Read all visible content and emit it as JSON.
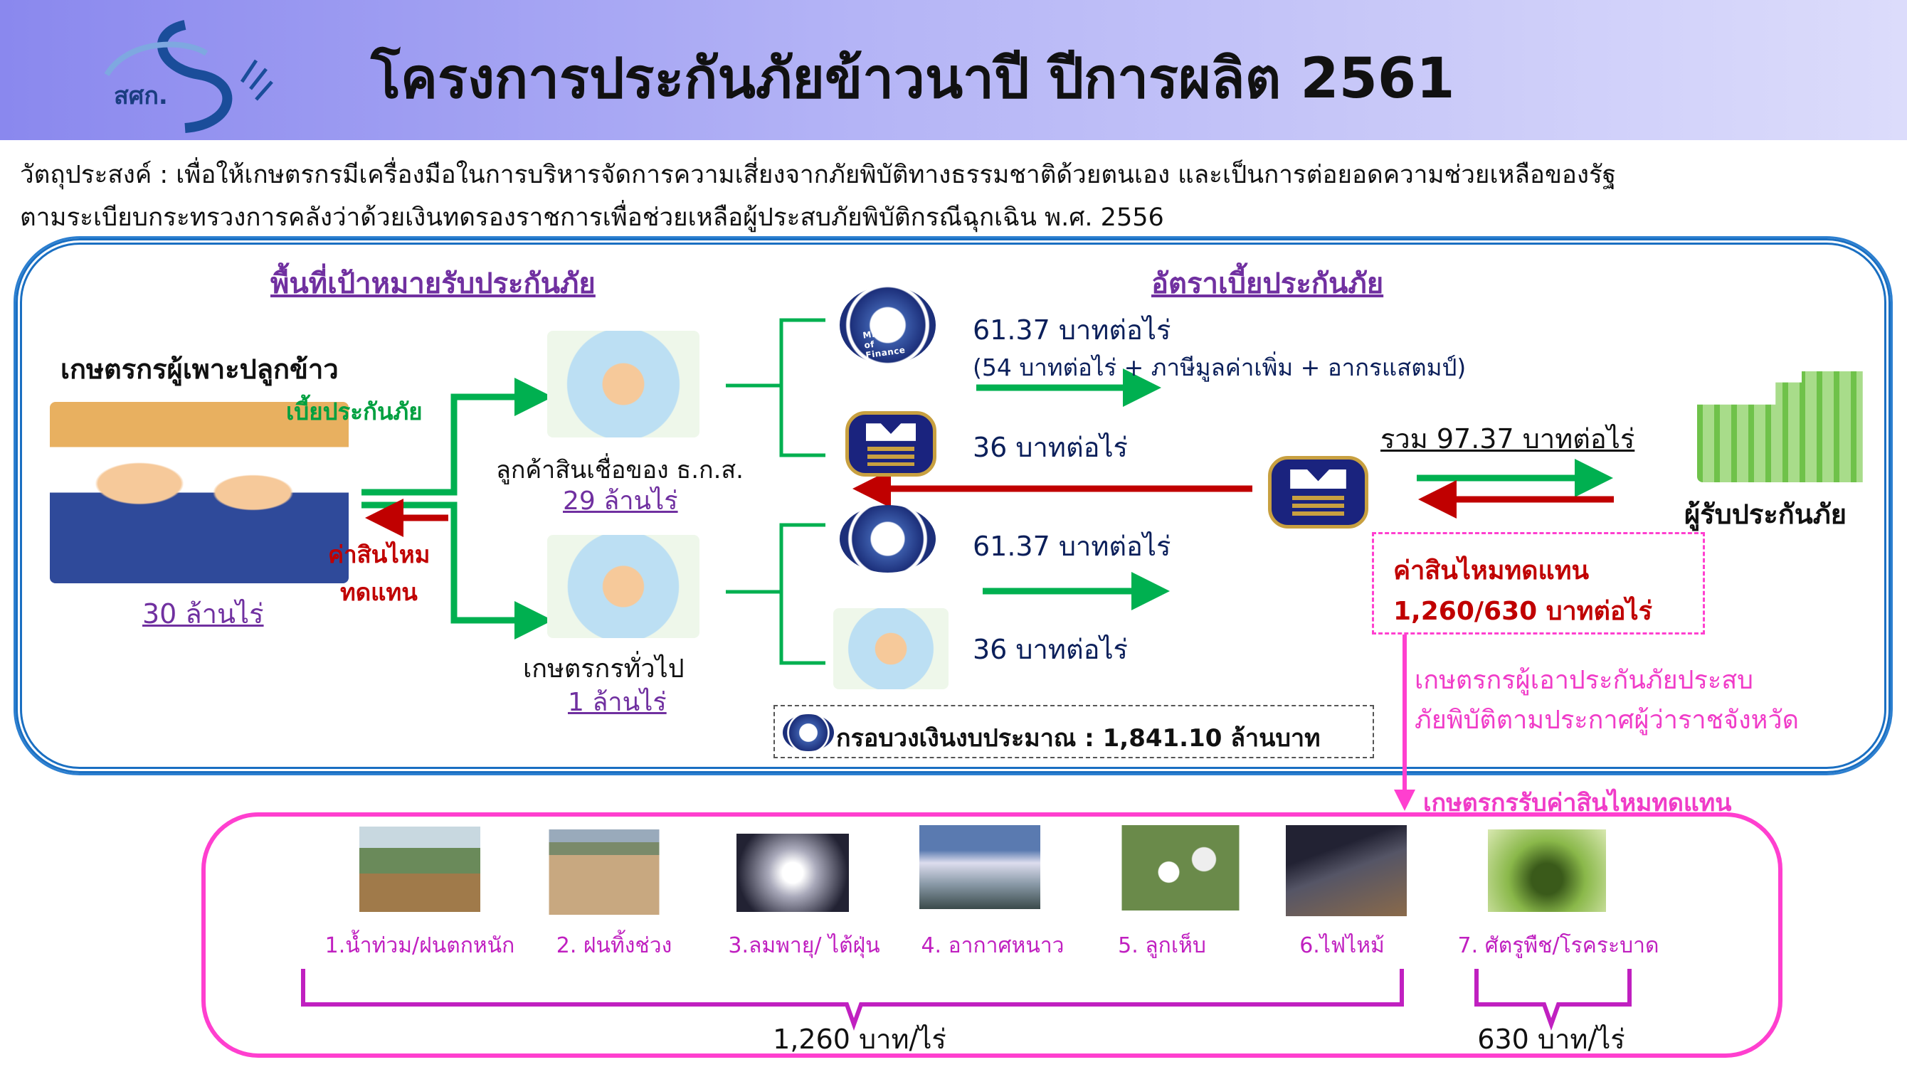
{
  "header": {
    "logo_text": "สศก.",
    "title": "โครงการประกันภัยข้าวนาปี ปีการผลิต 2561"
  },
  "objective": {
    "line1": "วัตถุประสงค์ : เพื่อให้เกษตรกรมีเครื่องมือในการบริหารจัดการความเสี่ยงจากภัยพิบัติทางธรรมชาติด้วยตนเอง และเป็นการต่อยอดความช่วยเหลือของรัฐ",
    "line2": "ตามระเบียบกระทรวงการคลังว่าด้วยเงินทดรองราชการเพื่อช่วยเหลือผู้ประสบภัยพิบัติกรณีฉุกเฉิน พ.ศ. 2556"
  },
  "target_area": {
    "heading": "พื้นที่เป้าหมายรับประกันภัย",
    "farmers_label": "เกษตรกรผู้เพาะปลูกข้าว",
    "premium_label": "เบี้ยประกันภัย",
    "claim_label_1": "ค่าสินไหม",
    "claim_label_2": "ทดแทน",
    "total_area": "30 ล้านไร่",
    "baac_customers": "ลูกค้าสินเชื่อของ ธ.ก.ส.",
    "baac_area": "29 ล้านไร่",
    "general_farmers": "เกษตรกรทั่วไป",
    "general_area": "1 ล้านไร่"
  },
  "premium_rate": {
    "heading": "อัตราเบี้ยประกันภัย",
    "ministry_logo_text": "Ministry of Finance",
    "rate1": "61.37 บาทต่อไร่",
    "rate1_detail": "(54 บาทต่อไร่ + ภาษีมูลค่าเพิ่ม + อากรแสตมป์)",
    "rate2": "36 บาทต่อไร่",
    "rate3": "61.37 บาทต่อไร่",
    "rate4": "36 บาทต่อไร่",
    "total": "รวม 97.37 บาทต่อไร่",
    "insurer": "ผู้รับประกันภัย",
    "claim_title": "ค่าสินไหมทดแทน",
    "claim_amount": "1,260/630 บาทต่อไร่",
    "condition_1": "เกษตรกรผู้เอาประกันภัยประสบ",
    "condition_2": "ภัยพิบัติตามประกาศผู้ว่าราชจังหวัด",
    "budget": "กรอบวงเงินงบประมาณ : 1,841.10 ล้านบาท"
  },
  "claims": {
    "heading": "เกษตรกรรับค่าสินไหมทดแทน",
    "disasters": [
      {
        "label": "1.น้ำท่วม/ฝนตกหนัก",
        "photo": "flood"
      },
      {
        "label": "2. ฝนทิ้งช่วง",
        "photo": "drought"
      },
      {
        "label": "3.ลมพายุ/ ไต้ฝุ่น",
        "photo": "storm"
      },
      {
        "label": "4. อากาศหนาว",
        "photo": "cold"
      },
      {
        "label": "5. ลูกเห็บ",
        "photo": "hail"
      },
      {
        "label": "6.ไฟไหม้",
        "photo": "fire"
      },
      {
        "label": "7. ศัตรูพืช/โรคระบาด",
        "photo": "pest"
      }
    ],
    "group1_amount": "1,260 บาท/ไร่",
    "group2_amount": "630 บาท/ไร่"
  },
  "colors": {
    "green": "#00b050",
    "red": "#c00000",
    "pink": "#ff3fcf",
    "blue": "#1a6fc2",
    "purple": "#7030a0"
  }
}
